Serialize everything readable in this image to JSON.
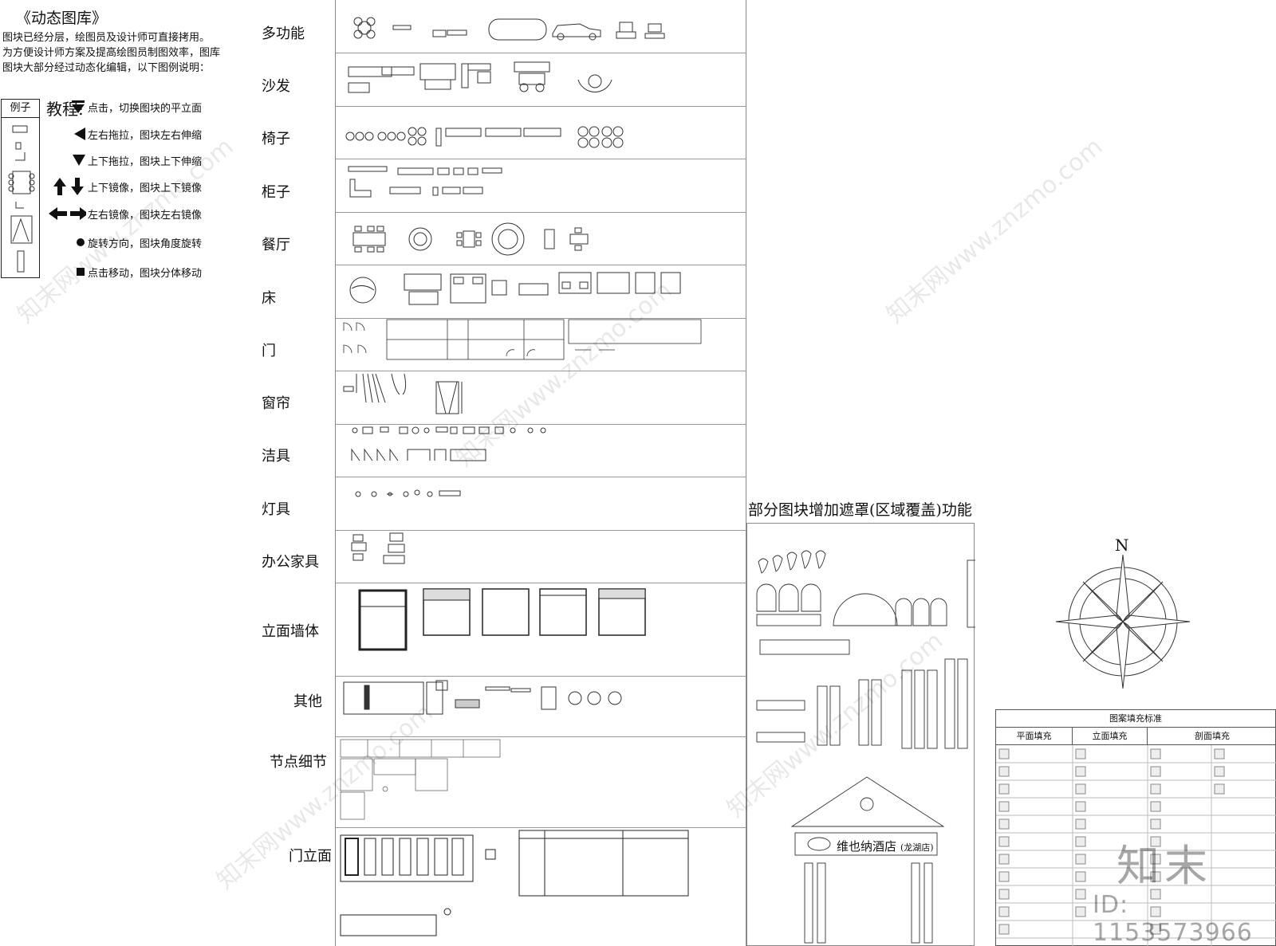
{
  "intro": {
    "title": "《动态图库》",
    "lines": [
      "图块已经分层，绘图员及设计师可直接拷用。",
      "为方便设计师方案及提高绘图员制图效率，图库",
      "图块大部分经过动态化编辑，以下图例说明："
    ]
  },
  "legend": {
    "example_label": "例子",
    "tutorial_label": "教程:",
    "items": [
      {
        "icon": "triangle-down-double-icon",
        "text": "点击，切换图块的平立面"
      },
      {
        "icon": "triangle-left-icon",
        "text": "左右拖拉，图块左右伸缩"
      },
      {
        "icon": "triangle-down-icon",
        "text": "上下拖拉，图块上下伸缩"
      },
      {
        "icon": "arrow-up-down-icon",
        "text": "上下镜像，图块上下镜像"
      },
      {
        "icon": "arrow-left-right-icon",
        "text": "左右镜像，图块左右镜像"
      },
      {
        "icon": "dot-icon",
        "text": "旋转方向，图块角度旋转"
      },
      {
        "icon": "square-icon",
        "text": "点击移动，图块分体移动"
      }
    ]
  },
  "categories": [
    "多功能",
    "沙发",
    "椅子",
    "柜子",
    "餐厅",
    "床",
    "门",
    "窗帘",
    "洁具",
    "灯具",
    "办公家具",
    "立面墙体",
    "其他",
    "节点细节",
    "门立面"
  ],
  "right": {
    "mask_caption": "部分图块增加遮罩(区域覆盖)功能",
    "hotel_name": "维也纳酒店",
    "hotel_branch": "(龙湖店)",
    "compass_label": "N"
  },
  "hatch_table": {
    "title": "图案填充标准",
    "columns": [
      "平面填充",
      "立面填充",
      "剖面填充"
    ]
  },
  "watermark": {
    "brand": "知末",
    "id": "ID: 1153573966",
    "site": "知末网www.znzmo.com"
  }
}
